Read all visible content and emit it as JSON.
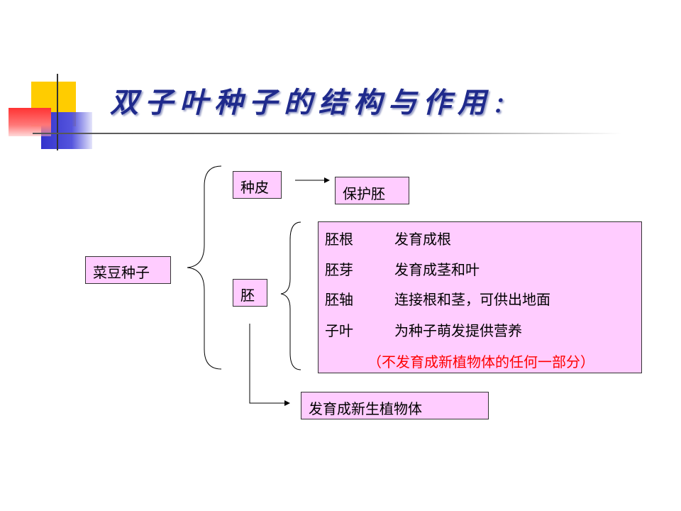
{
  "title": "双子叶种子的结构与作用",
  "title_colon": "：",
  "seed": "菜豆种子",
  "seed_coat": "种皮",
  "seed_coat_function": "保护胚",
  "embryo": "胚",
  "parts": [
    {
      "name": "胚根",
      "function": "发育成根"
    },
    {
      "name": "胚芽",
      "function": "发育成茎和叶"
    },
    {
      "name": "胚轴",
      "function": "连接根和茎，可供出地面"
    },
    {
      "name": "子叶",
      "function": "为种子萌发提供营养"
    }
  ],
  "note": "（不发育成新植物体的任何一部分）",
  "embryo_function": "发育成新生植物体",
  "colors": {
    "box_fill": "#ffccff",
    "title": "#1f2a8c",
    "note": "#ff0000",
    "accent_yellow": "#ffcc00",
    "accent_blue": "#3333cc",
    "accent_red": "#ff3333"
  }
}
